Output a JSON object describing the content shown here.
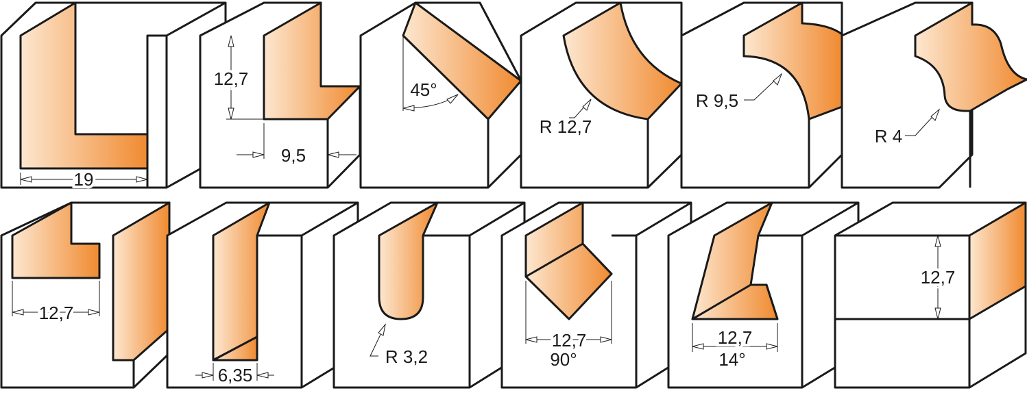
{
  "colors": {
    "accent": "#f08a30",
    "accent_light": "#fde7d0",
    "outline": "#1a1a1a",
    "background": "#ffffff"
  },
  "profiles": [
    {
      "id": "straight-slot",
      "labels": [
        "19"
      ]
    },
    {
      "id": "rabbet",
      "labels": [
        "12,7",
        "9,5"
      ]
    },
    {
      "id": "chamfer",
      "labels": [
        "45°"
      ]
    },
    {
      "id": "cove",
      "labels": [
        "R 12,7"
      ]
    },
    {
      "id": "roundover",
      "labels": [
        "R 9,5"
      ]
    },
    {
      "id": "ogee",
      "labels": [
        "R 4"
      ]
    },
    {
      "id": "mortise",
      "labels": [
        "12,7"
      ]
    },
    {
      "id": "narrow-slot",
      "labels": [
        "6,35"
      ]
    },
    {
      "id": "core-box",
      "labels": [
        "R 3,2"
      ]
    },
    {
      "id": "v-groove",
      "labels": [
        "12,7",
        "90°"
      ]
    },
    {
      "id": "dovetail",
      "labels": [
        "12,7",
        "14°"
      ]
    },
    {
      "id": "flush-trim",
      "labels": [
        "12,7"
      ]
    }
  ]
}
